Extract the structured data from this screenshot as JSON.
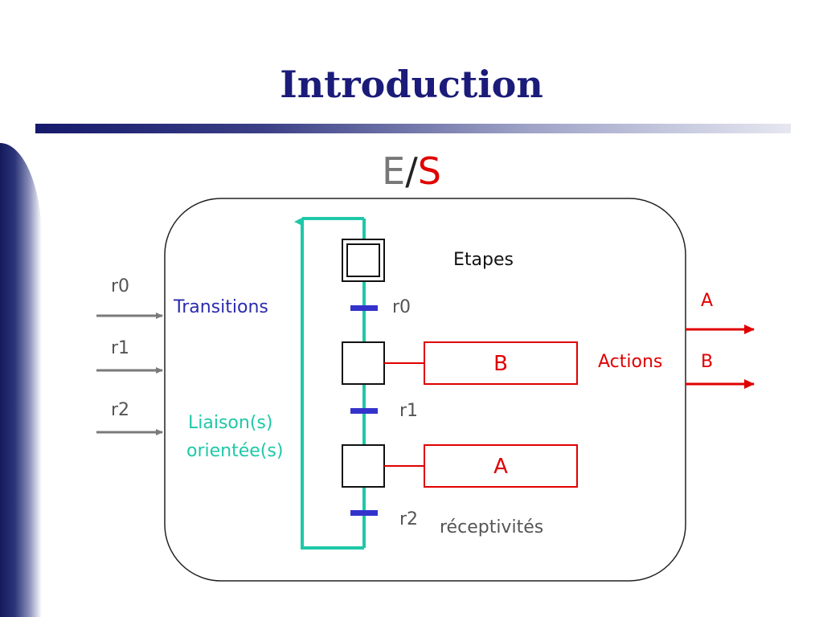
{
  "title": "Introduction",
  "subtitle": {
    "e": "E",
    "slash": "/",
    "s": "S"
  },
  "inputs": [
    "r0",
    "r1",
    "r2"
  ],
  "outputs": [
    "A",
    "B"
  ],
  "labels": {
    "transitions": "Transitions",
    "liaisons_line1": "Liaison(s)",
    "liaisons_line2": "orientée(s)",
    "etapes": "Etapes",
    "actions": "Actions",
    "receptivites": "réceptivités"
  },
  "transitions": [
    "r0",
    "r1",
    "r2"
  ],
  "action_boxes": [
    "B",
    "A"
  ],
  "colors": {
    "title": "#1b1b7a",
    "link": "#1ec8a8",
    "transition_bar": "#3333cc",
    "action": "#e00000",
    "input_arrow": "#7a7a7a"
  }
}
